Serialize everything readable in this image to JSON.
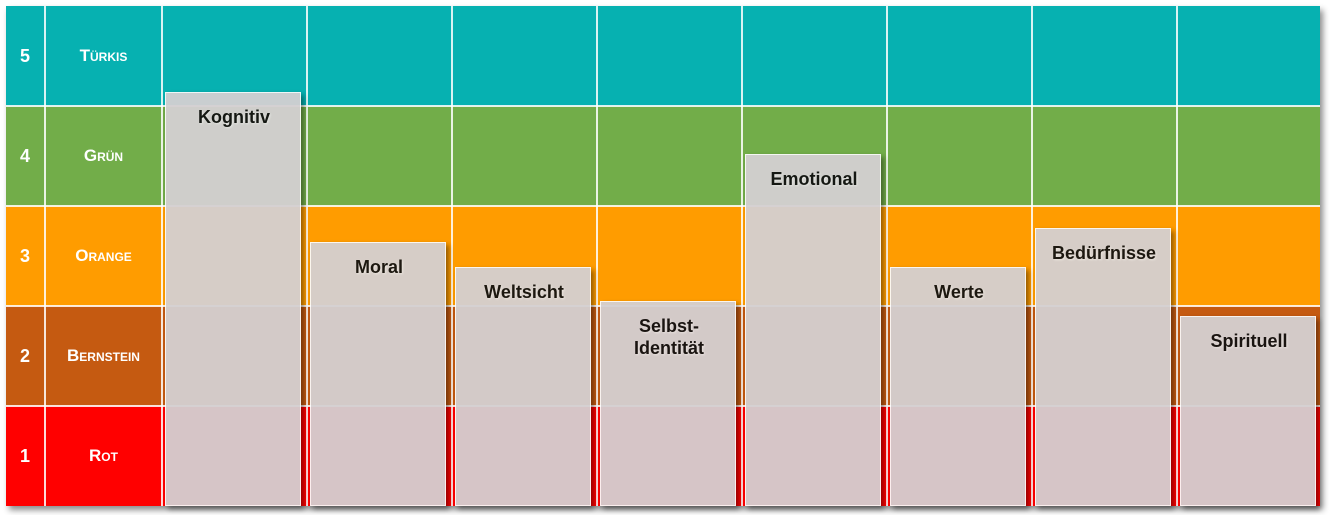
{
  "levels": [
    {
      "number": "5",
      "name": "Türkis",
      "color": "#06B1B1"
    },
    {
      "number": "4",
      "name": "Grün",
      "color": "#72AD49"
    },
    {
      "number": "3",
      "name": "Orange",
      "color": "#FF9C00"
    },
    {
      "number": "2",
      "name": "Bernstein",
      "color": "#C55A11"
    },
    {
      "number": "1",
      "name": "Rot",
      "color": "#FF0000"
    }
  ],
  "bars": [
    {
      "label": "Kognitiv",
      "level": 4.14
    },
    {
      "label": "Moral",
      "level": 2.64
    },
    {
      "label": "Weltsicht",
      "level": 2.39
    },
    {
      "label": "Selbst-\nIdentität",
      "level": 2.05
    },
    {
      "label": "Emotional",
      "level": 3.52
    },
    {
      "label": "Werte",
      "level": 2.39
    },
    {
      "label": "Bedürfnisse",
      "level": 2.78
    },
    {
      "label": "Spirituell",
      "level": 1.9
    }
  ],
  "bar_color": "#D4D0D2"
}
